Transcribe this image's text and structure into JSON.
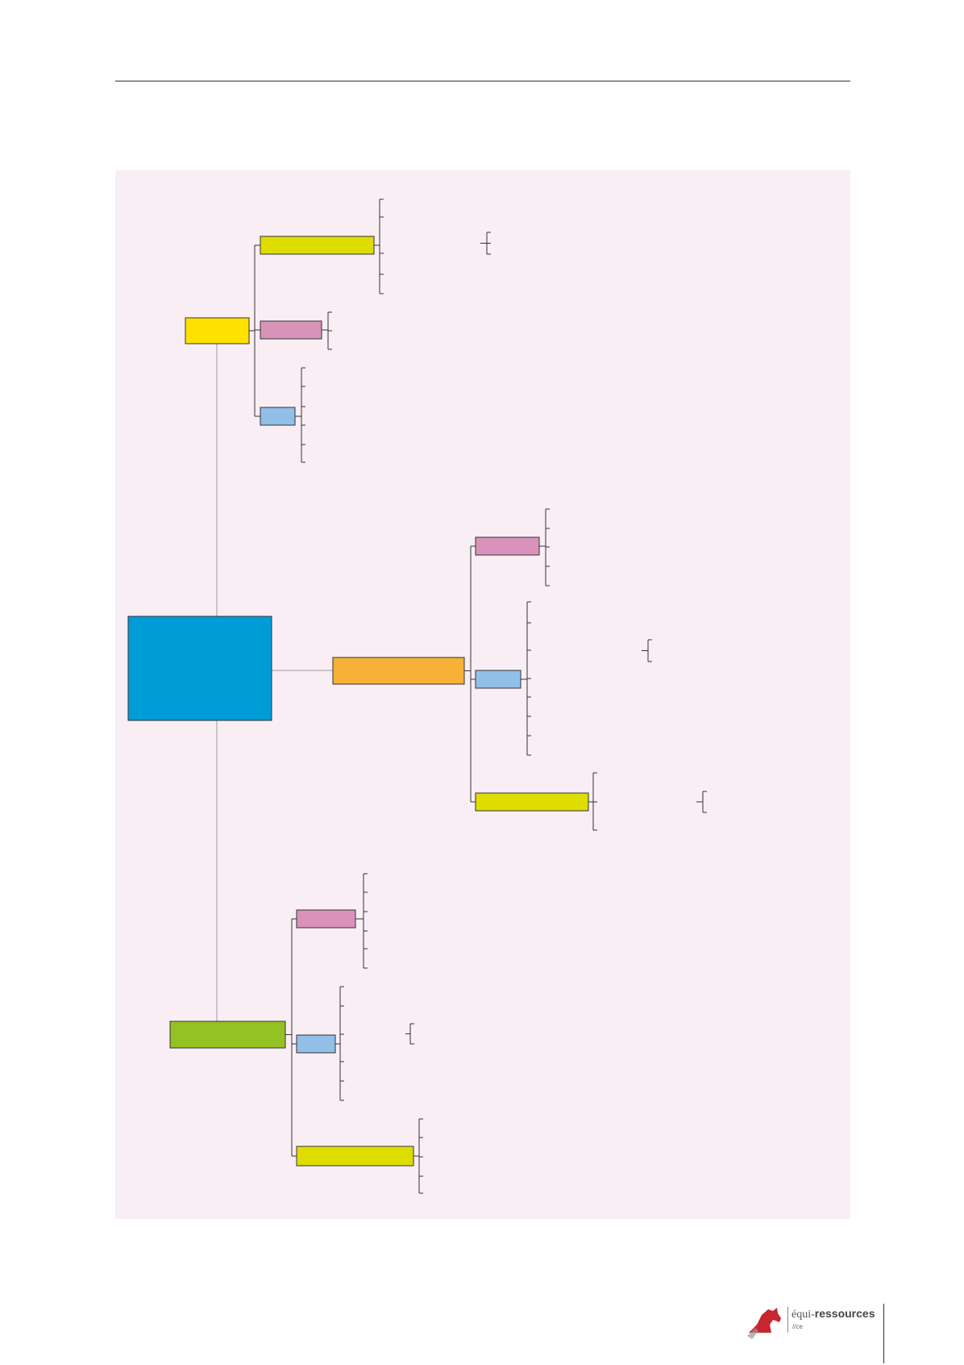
{
  "colors": {
    "page_background": "#ffffff",
    "panel_background": "#f8eef4",
    "root": "#009cd8",
    "yellow": "#ffe100",
    "orange": "#f7b136",
    "green": "#94c123",
    "lime": "#dfdd00",
    "pink": "#d993ba",
    "blue": "#92bfe7",
    "connector": "#333333",
    "trunk": "#9a9a9a"
  },
  "diagram": {
    "root": {
      "color": "root",
      "label": ""
    },
    "branches": [
      {
        "name": "branch-yellow",
        "color": "yellow",
        "children": [
          {
            "color": "lime",
            "leaves": 6,
            "sub_on_leaf": 3,
            "sub_leaves": 3
          },
          {
            "color": "pink",
            "leaves": 3
          },
          {
            "color": "blue",
            "leaves": 6
          }
        ]
      },
      {
        "name": "branch-orange",
        "color": "orange",
        "children": [
          {
            "color": "pink",
            "leaves": 5
          },
          {
            "color": "blue",
            "leaves": 9,
            "sub_on_leaf": 3,
            "sub_leaves": 2
          },
          {
            "color": "lime",
            "leaves": 3,
            "sub_on_leaf": 1,
            "sub_leaves": 2
          }
        ]
      },
      {
        "name": "branch-green",
        "color": "green",
        "children": [
          {
            "color": "pink",
            "leaves": 6
          },
          {
            "color": "blue",
            "leaves": 7,
            "sub_on_leaf": 3,
            "sub_leaves": 2
          },
          {
            "color": "lime",
            "leaves": 5
          }
        ]
      }
    ]
  },
  "logo": {
    "brand_light": "équi-",
    "brand_bold": "ressources",
    "tagline": "//ce"
  }
}
